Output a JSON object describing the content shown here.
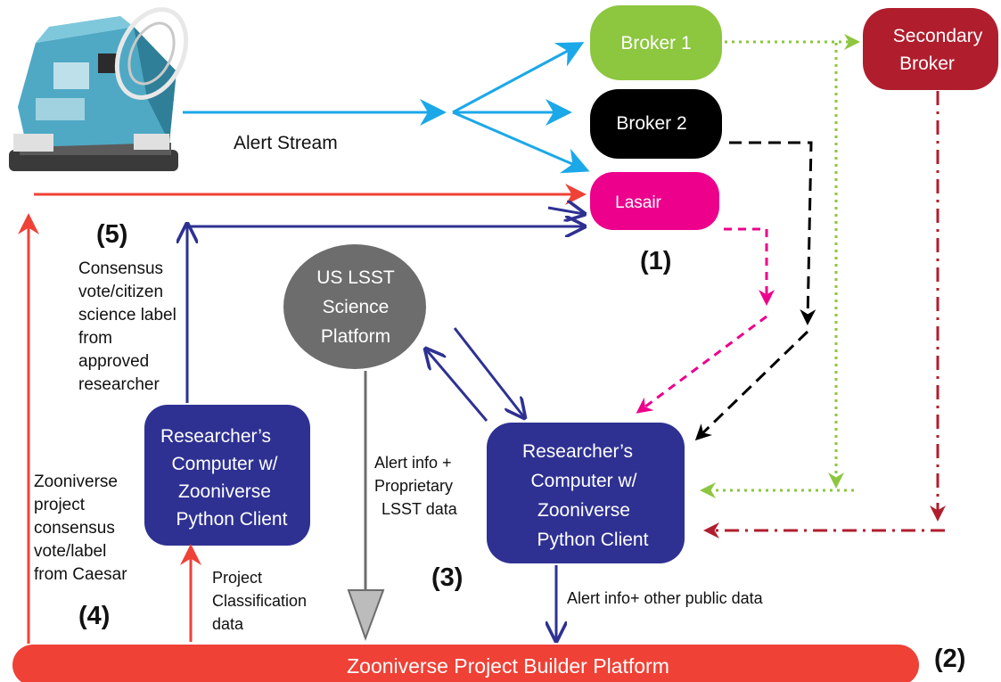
{
  "nodes": {
    "broker1": "Broker 1",
    "broker2": "Broker 2",
    "lasair": "Lasair",
    "secondary_broker": [
      "Secondary",
      "Broker"
    ],
    "us_lsst": [
      "US LSST",
      "Science",
      "Platform"
    ],
    "researcher_left": [
      "Researcher’s",
      "Computer w/",
      "Zooniverse",
      "Python Client"
    ],
    "researcher_right": [
      "Researcher’s",
      "Computer w/",
      "Zooniverse",
      "Python Client"
    ],
    "zooniverse_platform": "Zooniverse Project Builder Platform"
  },
  "labels": {
    "alert_stream": "Alert Stream",
    "consensus": [
      "Consensus",
      "vote/citizen",
      "science label",
      "from",
      "approved",
      "researcher"
    ],
    "zooniverse_consensus": [
      "Zooniverse",
      "project",
      "consensus",
      "vote/label",
      "from Caesar"
    ],
    "proprietary": [
      "Alert info +",
      "Proprietary",
      "LSST data"
    ],
    "project_classification": [
      "Project",
      "Classification",
      "data"
    ],
    "public_data": "Alert info+ other public data"
  },
  "step_numbers": {
    "n1": "(1)",
    "n2": "(2)",
    "n3": "(3)",
    "n4": "(4)",
    "n5": "(5)"
  },
  "colors": {
    "broker1": "#8dc63f",
    "broker2": "#000000",
    "lasair": "#ec008c",
    "secondary_broker": "#b01e2e",
    "us_lsst": "#6d6d6d",
    "researcher": "#2e3192",
    "zooniverse_platform": "#ef4136",
    "alert_stream": "#1ba8e8",
    "return_path": "#ef4136",
    "researcher_flow": "#2e3192",
    "dark_red": "#b01e2e",
    "green": "#8dc63f",
    "magenta": "#ec008c"
  },
  "icons": {
    "telescope": "telescope-icon"
  }
}
